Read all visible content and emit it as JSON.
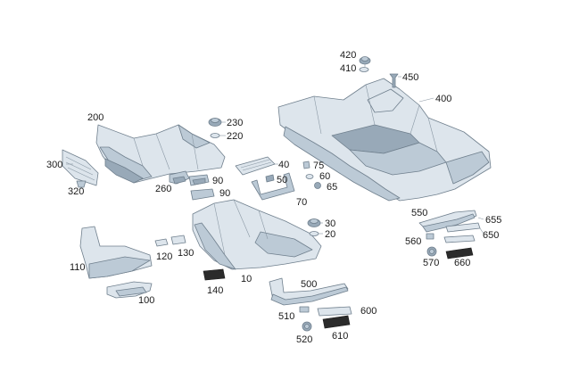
{
  "diagram": {
    "labels": [
      "420",
      "410",
      "450",
      "400",
      "200",
      "230",
      "220",
      "300",
      "320",
      "260",
      "90",
      "90",
      "40",
      "50",
      "75",
      "60",
      "65",
      "70",
      "30",
      "20",
      "550",
      "655",
      "650",
      "560",
      "570",
      "660",
      "110",
      "120",
      "130",
      "100",
      "140",
      "10",
      "500",
      "600",
      "510",
      "520",
      "610"
    ]
  }
}
